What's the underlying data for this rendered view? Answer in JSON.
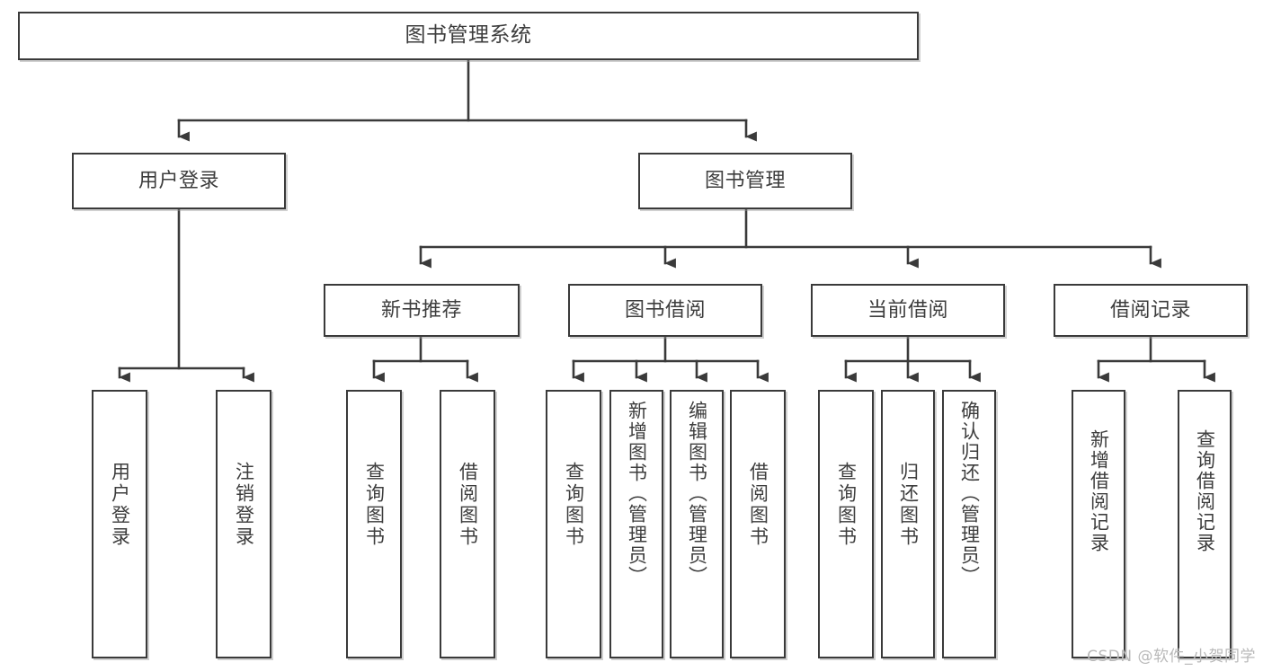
{
  "diagram": {
    "title": "图书管理系统",
    "type": "tree-hierarchy-diagram",
    "watermark": "CSDN @软件_小贺同学",
    "colors": {
      "box_border": "#3a3a3a",
      "box_fill": "#ffffff",
      "text": "#3d3d3d",
      "edge": "#3a3a3a",
      "watermark": "#b9b9b9",
      "background": "#ffffff"
    },
    "levels": {
      "root": {
        "label": "图书管理系统"
      },
      "level2": [
        {
          "id": "user-login",
          "label": "用户登录"
        },
        {
          "id": "book-management",
          "label": "图书管理"
        }
      ],
      "level3": [
        {
          "id": "new-book-recommend",
          "label": "新书推荐",
          "parent": "book-management"
        },
        {
          "id": "book-borrow",
          "label": "图书借阅",
          "parent": "book-management"
        },
        {
          "id": "current-borrow",
          "label": "当前借阅",
          "parent": "book-management"
        },
        {
          "id": "borrow-record",
          "label": "借阅记录",
          "parent": "book-management"
        }
      ],
      "leaves": {
        "user-login": [
          {
            "id": "leaf-user-login",
            "label": "用户登录"
          },
          {
            "id": "leaf-user-logout",
            "label": "注销登录"
          }
        ],
        "new-book-recommend": [
          {
            "id": "leaf-query-book-1",
            "label": "查询图书"
          },
          {
            "id": "leaf-borrow-book-1",
            "label": "借阅图书"
          }
        ],
        "book-borrow": [
          {
            "id": "leaf-query-book-2",
            "label": "查询图书"
          },
          {
            "id": "leaf-add-book",
            "label": "新增图书（管理员）"
          },
          {
            "id": "leaf-edit-book",
            "label": "编辑图书（管理员）"
          },
          {
            "id": "leaf-borrow-book-2",
            "label": "借阅图书"
          }
        ],
        "current-borrow": [
          {
            "id": "leaf-query-book-3",
            "label": "查询图书"
          },
          {
            "id": "leaf-return-book",
            "label": "归还图书"
          },
          {
            "id": "leaf-confirm-return",
            "label": "确认归还（管理员）"
          }
        ],
        "borrow-record": [
          {
            "id": "leaf-add-record",
            "label": "新增借阅记录"
          },
          {
            "id": "leaf-query-record",
            "label": "查询借阅记录"
          }
        ]
      }
    }
  }
}
